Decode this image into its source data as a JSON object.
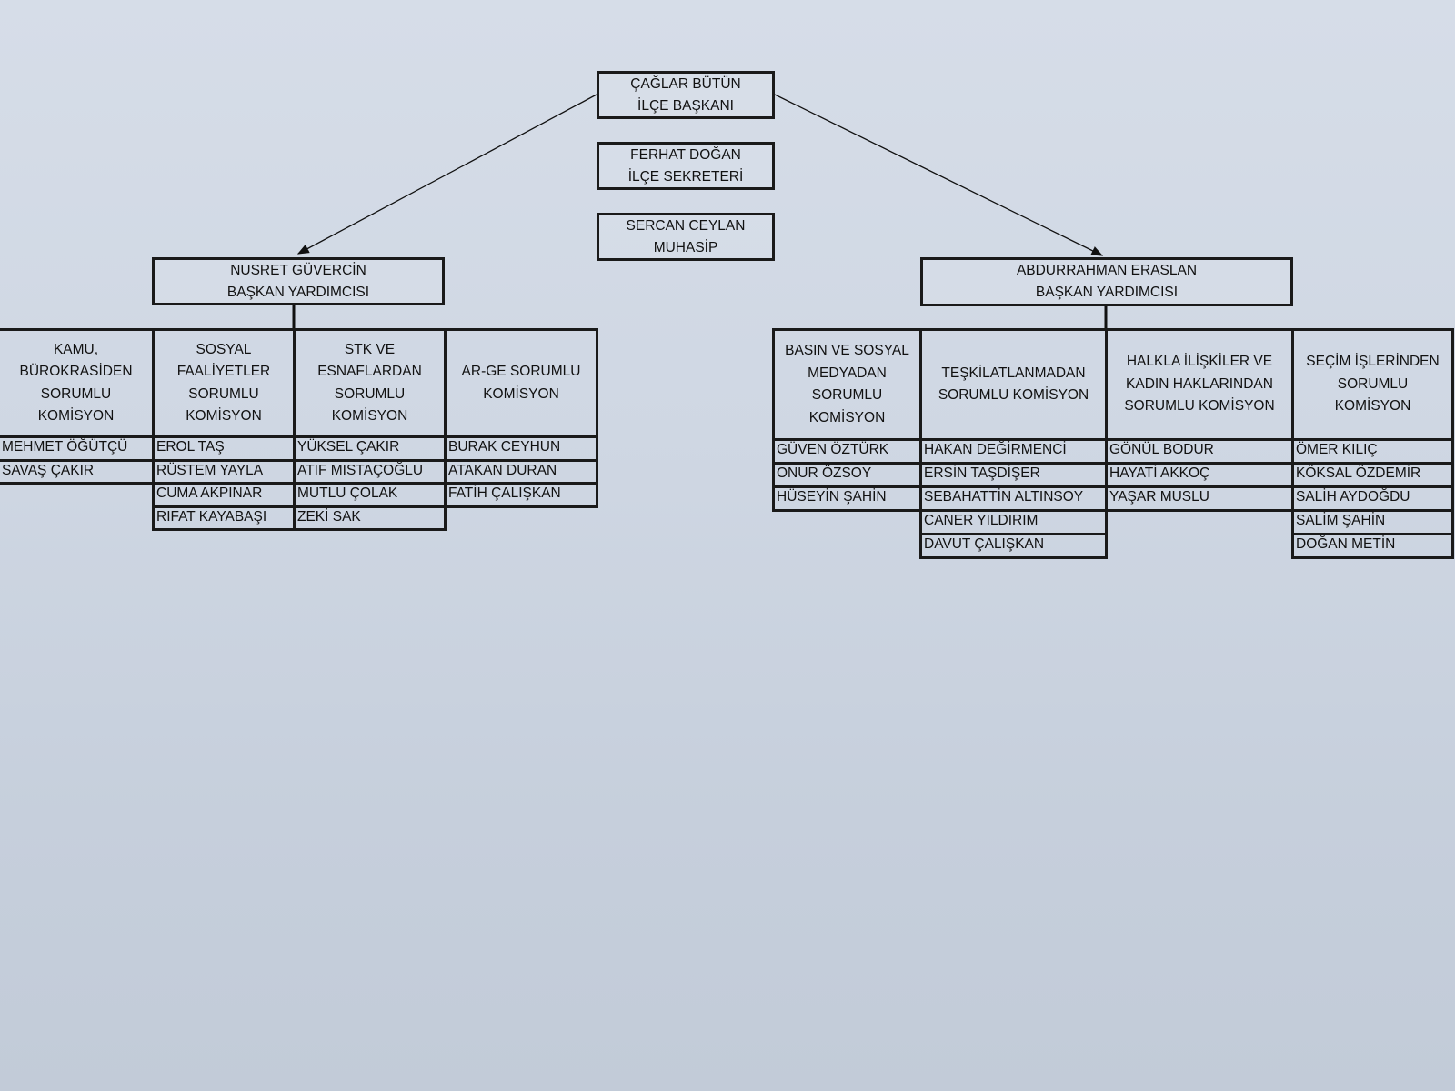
{
  "top": [
    {
      "name": "ÇAĞLAR BÜTÜN",
      "title": "İLÇE BAŞKANI"
    },
    {
      "name": "FERHAT DOĞAN",
      "title": "İLÇE SEKRETERİ"
    },
    {
      "name": "SERCAN CEYLAN",
      "title": "MUHASİP"
    }
  ],
  "deputies": [
    {
      "name": "NUSRET GÜVERCİN",
      "title": "BAŞKAN YARDIMCISI"
    },
    {
      "name": "ABDURRAHMAN ERASLAN",
      "title": "BAŞKAN YARDIMCISI"
    }
  ],
  "left_commissions": [
    {
      "title": "KAMU, BÜROKRASİDEN SORUMLU KOMİSYON",
      "members": [
        "MEHMET ÖĞÜTÇÜ",
        "SAVAŞ ÇAKIR"
      ]
    },
    {
      "title": "SOSYAL FAALİYETLER SORUMLU KOMİSYON",
      "members": [
        "EROL TAŞ",
        "RÜSTEM YAYLA",
        "CUMA AKPINAR",
        "RIFAT KAYABAŞI"
      ]
    },
    {
      "title": "STK VE ESNAFLARDAN SORUMLU KOMİSYON",
      "members": [
        "YÜKSEL ÇAKIR",
        "ATIF MISTAÇOĞLU",
        "MUTLU ÇOLAK",
        "ZEKİ SAK"
      ]
    },
    {
      "title": "AR-GE SORUMLU KOMİSYON",
      "members": [
        "BURAK CEYHUN",
        "ATAKAN DURAN",
        "FATİH ÇALIŞKAN"
      ]
    }
  ],
  "right_commissions": [
    {
      "title": "BASIN VE SOSYAL MEDYADAN SORUMLU KOMİSYON",
      "members": [
        "GÜVEN ÖZTÜRK",
        "ONUR ÖZSOY",
        "HÜSEYİN ŞAHİN"
      ]
    },
    {
      "title": "TEŞKİLATLANMADAN SORUMLU KOMİSYON",
      "members": [
        "HAKAN DEĞİRMENCİ",
        "ERSİN TAŞDİŞER",
        "SEBAHATTİN ALTINSOY",
        "CANER YILDIRIM",
        "DAVUT ÇALIŞKAN"
      ]
    },
    {
      "title": "HALKLA İLİŞKİLER VE KADIN HAKLARINDAN SORUMLU KOMİSYON",
      "members": [
        "GÖNÜL BODUR",
        "HAYATİ AKKOÇ",
        "YAŞAR MUSLU"
      ]
    },
    {
      "title": "SEÇİM İŞLERİNDEN SORUMLU KOMİSYON",
      "members": [
        "ÖMER KILIÇ",
        "KÖKSAL ÖZDEMİR",
        "SALİH AYDOĞDU",
        "SALİM ŞAHİN",
        "DOĞAN METİN"
      ]
    }
  ]
}
